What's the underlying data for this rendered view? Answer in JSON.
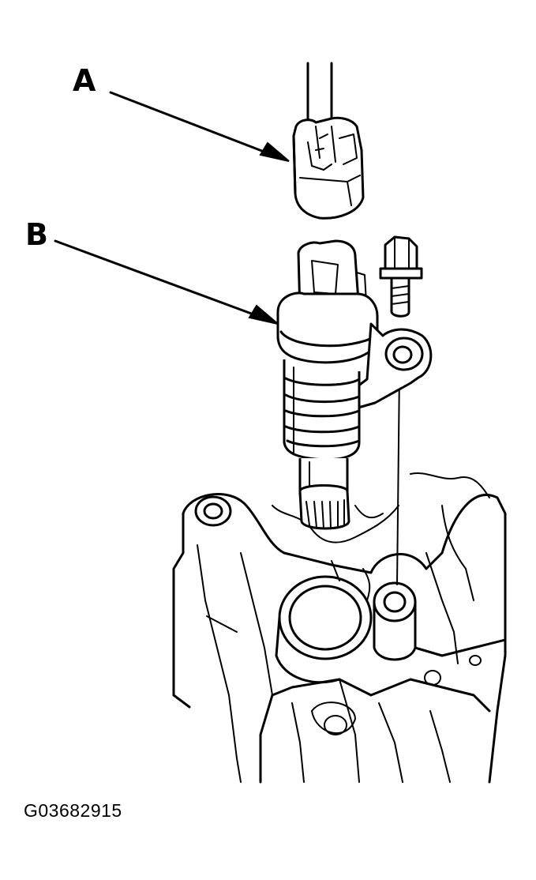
{
  "diagram": {
    "callouts": [
      {
        "id": "A",
        "label": "A",
        "target": "connector"
      },
      {
        "id": "B",
        "label": "B",
        "target": "speed-sensor"
      }
    ],
    "figure_id": "G03682915"
  },
  "colors": {
    "ink": "#000000",
    "paper": "#ffffff"
  }
}
